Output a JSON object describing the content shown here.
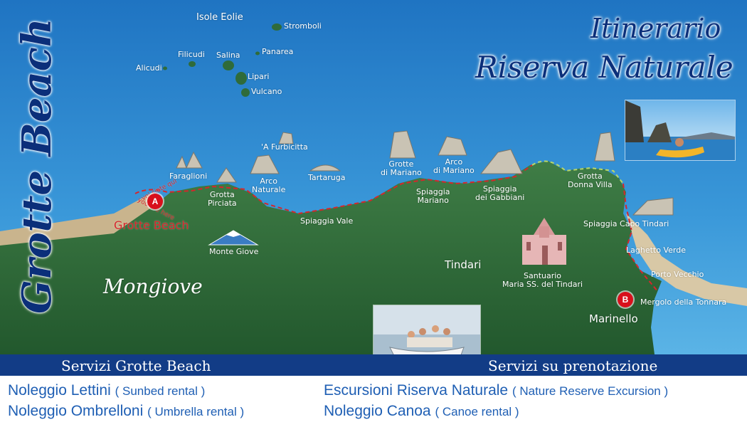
{
  "titles": {
    "side_title": "Grotte Beach",
    "main_line1": "Itinerario",
    "main_line2": "Riserva Naturale"
  },
  "islands": {
    "group_label": "Isole Eolie",
    "stromboli": "Stromboli",
    "filicudi": "Filicudi",
    "salina": "Salina",
    "panarea": "Panarea",
    "alicudi": "Alicudi",
    "lipari": "Lipari",
    "vulcano": "Vulcano"
  },
  "places": {
    "a_furbicitta": "'A Furbicitta",
    "faraglioni": "Faraglioni",
    "grotta_pirciata": "Grotta\nPirciata",
    "arco_naturale": "Arco\nNaturale",
    "tartaruga": "Tartaruga",
    "grotte_di_mariano": "Grotte\ndi Mariano",
    "arco_di_mariano": "Arco\ndi Mariano",
    "spiaggia_mariano": "Spiaggia\nMariano",
    "spiaggia_gabbiani": "Spiaggia\ndei Gabbiani",
    "grotta_donna_villa": "Grotta\nDonna Villa",
    "spiaggia_vale": "Spiaggia Vale",
    "spiaggia_capo_tindari": "Spiaggia Capo Tindari",
    "laghetto_verde": "Laghetto Verde",
    "porto_vecchio": "Porto Vecchio",
    "mergolo_tonnara": "Mergolo della Tonnara",
    "monte_giove": "Monte Giove",
    "mongiove": "Mongiove",
    "tindari": "Tindari",
    "santuario": "Santuario\nMaria SS. del Tindari",
    "marinello": "Marinello",
    "grotte_beach_label": "Grotte Beach",
    "voi_siete_qui": "voi siete qui",
    "you_are_here": "you are here"
  },
  "markers": {
    "a": "A",
    "b": "B"
  },
  "services": {
    "left_heading": "Servizi Grotte Beach",
    "right_heading": "Servizi su prenotazione",
    "left_items": [
      {
        "name": "Noleggio Lettini",
        "translation": "( Sunbed rental )"
      },
      {
        "name": "Noleggio Ombrelloni",
        "translation": "( Umbrella rental )"
      }
    ],
    "right_items": [
      {
        "name": "Escursioni Riserva Naturale",
        "translation": "( Nature Reserve Excursion )"
      },
      {
        "name": "Noleggio Canoa",
        "translation": "( Canoe rental )"
      }
    ]
  },
  "colors": {
    "sea": "#2f8ad0",
    "land": "#2e6b3a",
    "sand": "#c9b48d",
    "band": "#123c86",
    "title_blue": "#0b2f7a",
    "service_blue": "#1f5fb4",
    "route_red": "#d6262c"
  }
}
